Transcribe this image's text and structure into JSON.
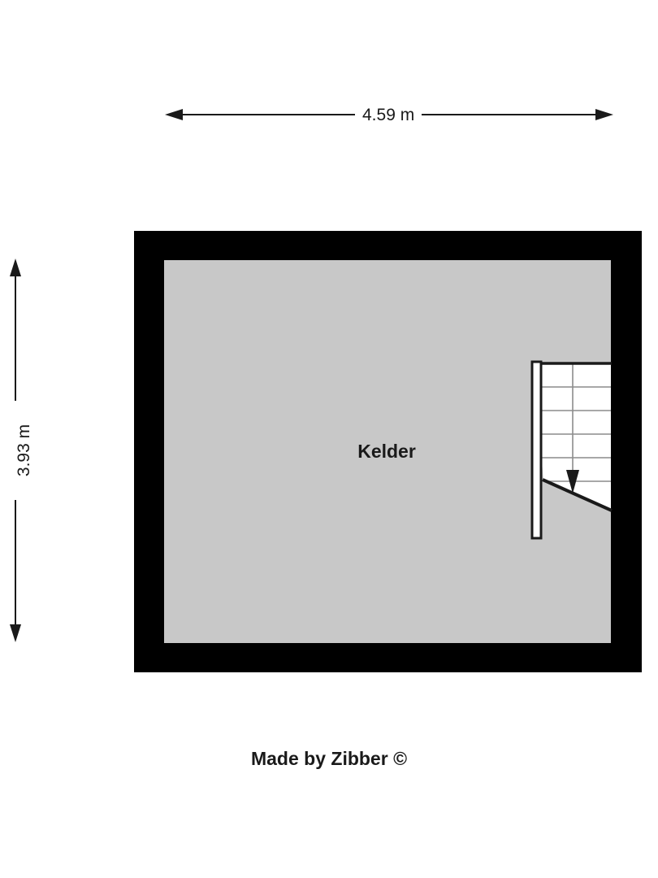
{
  "plan": {
    "room_label": "Kelder",
    "dimensions": {
      "width_label": "4.59 m",
      "height_label": "3.93 m"
    },
    "colors": {
      "wall": "#000000",
      "floor_fill": "#c8c8c8",
      "stair_fill": "#ffffff",
      "stair_step_line": "#8c8c8c",
      "stair_outline": "#1a1a1a",
      "dimension_line": "#1a1a1a",
      "text": "#1a1a1a",
      "background": "#ffffff"
    },
    "stairs": {
      "direction_arrow": "down-arrow",
      "step_count": 6
    }
  },
  "footer": {
    "credit": "Made by Zibber ©"
  }
}
